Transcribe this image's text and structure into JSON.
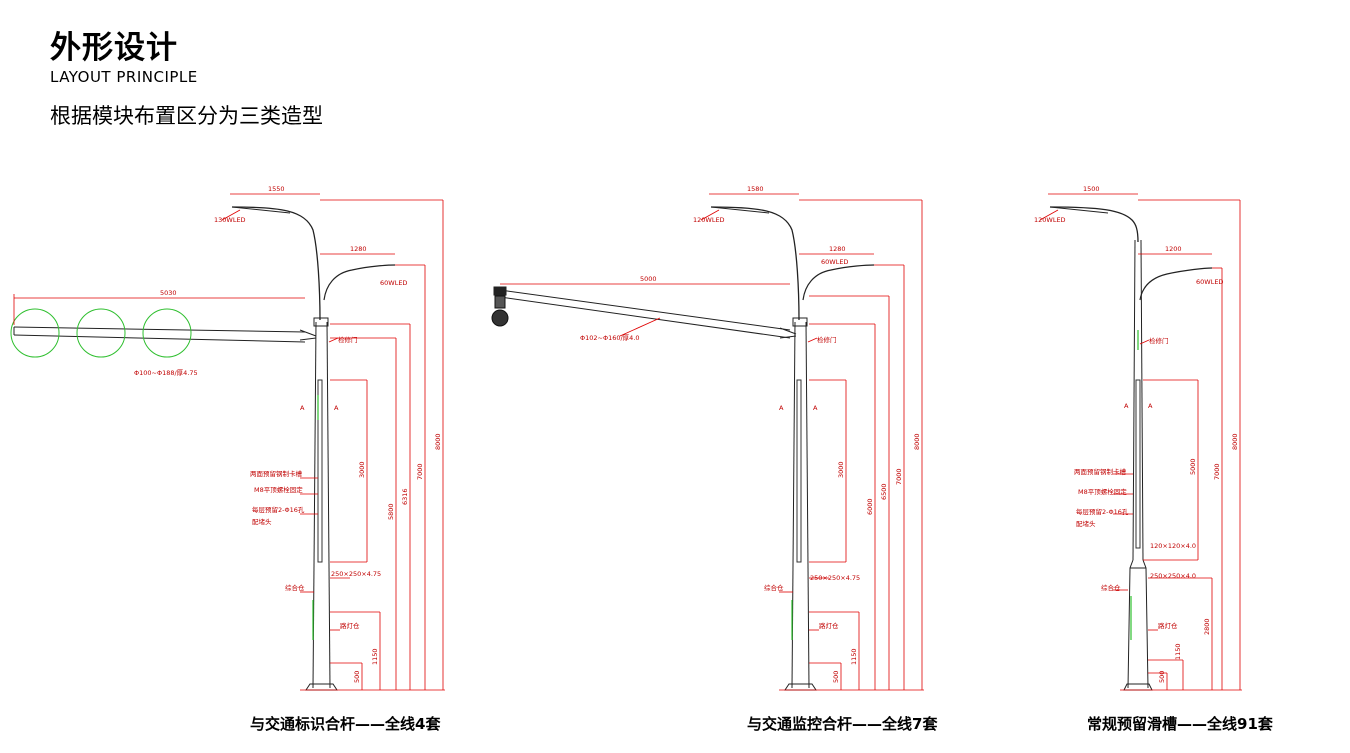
{
  "header": {
    "title": "外形设计",
    "subtitle_en": "LAYOUT PRINCIPLE",
    "subtitle_cn": "根据模块布置区分为三类造型"
  },
  "poles": [
    {
      "caption": "与交通标识合杆——全线4套",
      "dims": {
        "upper_arm": "1550",
        "lower_arm": "1280",
        "long_arm": "5030",
        "h_total": "8000",
        "h_7000": "7000",
        "h_6316": "6316",
        "h_5800": "5800",
        "h_3000": "3000",
        "h_1150": "1150",
        "h_500": "500"
      },
      "labels": {
        "lamp_upper": "130WLED",
        "lamp_lower": "60WLED",
        "door": "检修门",
        "arm_spec": "Φ100~Φ188/厚4.75",
        "section": "A",
        "groove": "两面预留钢制卡槽",
        "fix": "M8平顶螺栓固定",
        "holes": "每层预留2-Φ16孔",
        "head": "配堵头",
        "base_spec": "250×250×4.75",
        "cabinet": "综合仓",
        "lamp_base": "路灯仓"
      }
    },
    {
      "caption": "与交通监控合杆——全线7套",
      "dims": {
        "upper_arm": "1580",
        "lower_arm": "1280",
        "long_arm": "5000",
        "h_total": "8000",
        "h_7000": "7000",
        "h_6500": "6500",
        "h_6000": "6000",
        "h_3000": "3000",
        "h_1150": "1150",
        "h_500": "500"
      },
      "labels": {
        "lamp_upper": "120WLED",
        "lamp_lower": "60WLED",
        "door": "检修门",
        "arm_spec": "Φ102~Φ160/厚4.0",
        "section": "A",
        "base_spec": "250×250×4.75",
        "cabinet": "综合仓",
        "lamp_base": "路灯仓"
      }
    },
    {
      "caption": "常规预留滑槽——全线91套",
      "dims": {
        "upper_arm": "1500",
        "lower_arm": "1200",
        "h_total": "8000",
        "h_7000": "7000",
        "h_5000": "5000",
        "h_2800": "2800",
        "h_1150": "1150",
        "h_500": "500"
      },
      "labels": {
        "lamp_upper": "120WLED",
        "lamp_lower": "60WLED",
        "door": "检修门",
        "section": "A",
        "groove": "两面预留钢制卡槽",
        "fix": "M8平顶螺栓固定",
        "holes": "每层预留2-Φ16孔",
        "head": "配堵头",
        "mid_spec": "120×120×4.0",
        "base_spec": "250×250×4.0",
        "cabinet": "综合仓",
        "lamp_base": "路灯仓"
      }
    }
  ],
  "colors": {
    "drawing": "#000000",
    "dimension": "#e00000",
    "signal_ring": "#2fbf2f"
  }
}
